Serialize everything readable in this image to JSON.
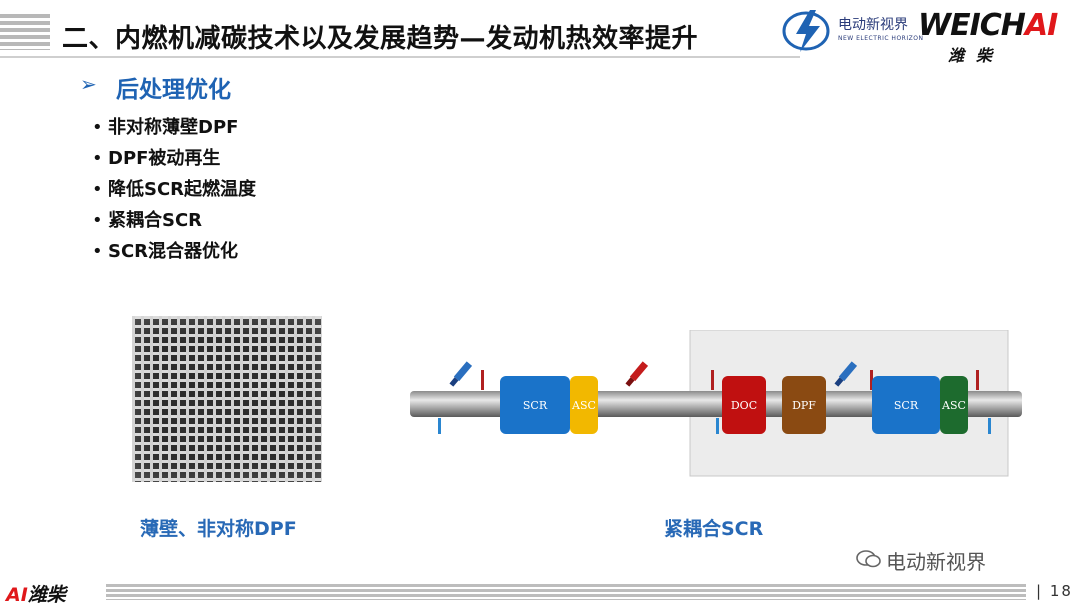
{
  "header": {
    "title": "二、内燃机减碳技术以及发展趋势—发动机热效率提升",
    "media_logo_text": "电动新视界",
    "media_logo_sub": "NEW ELECTRIC HORIZON",
    "brand_logo_text_a": "WEICH",
    "brand_logo_text_b": "AI",
    "brand_logo_cn": "潍柴"
  },
  "section": {
    "heading": "后处理优化",
    "bullets": [
      "非对称薄壁DPF",
      "DPF被动再生",
      "降低SCR起燃温度",
      "紧耦合SCR",
      "SCR混合器优化"
    ]
  },
  "figures": {
    "left_caption": "薄壁、非对称DPF",
    "right_caption": "紧耦合SCR",
    "diagram_blocks": [
      {
        "label": "SCR",
        "color": "#1a73c9"
      },
      {
        "label": "ASC",
        "color": "#f2b800"
      },
      {
        "label": "DOC",
        "color": "#c01010"
      },
      {
        "label": "DPF",
        "color": "#8a4a12"
      },
      {
        "label": "SCR",
        "color": "#1a73c9"
      },
      {
        "label": "ASC",
        "color": "#1d6b2e"
      }
    ]
  },
  "footer": {
    "logo_ai": "AI",
    "logo_cn": "潍柴",
    "page_number": "18",
    "watermark": "电动新视界"
  }
}
